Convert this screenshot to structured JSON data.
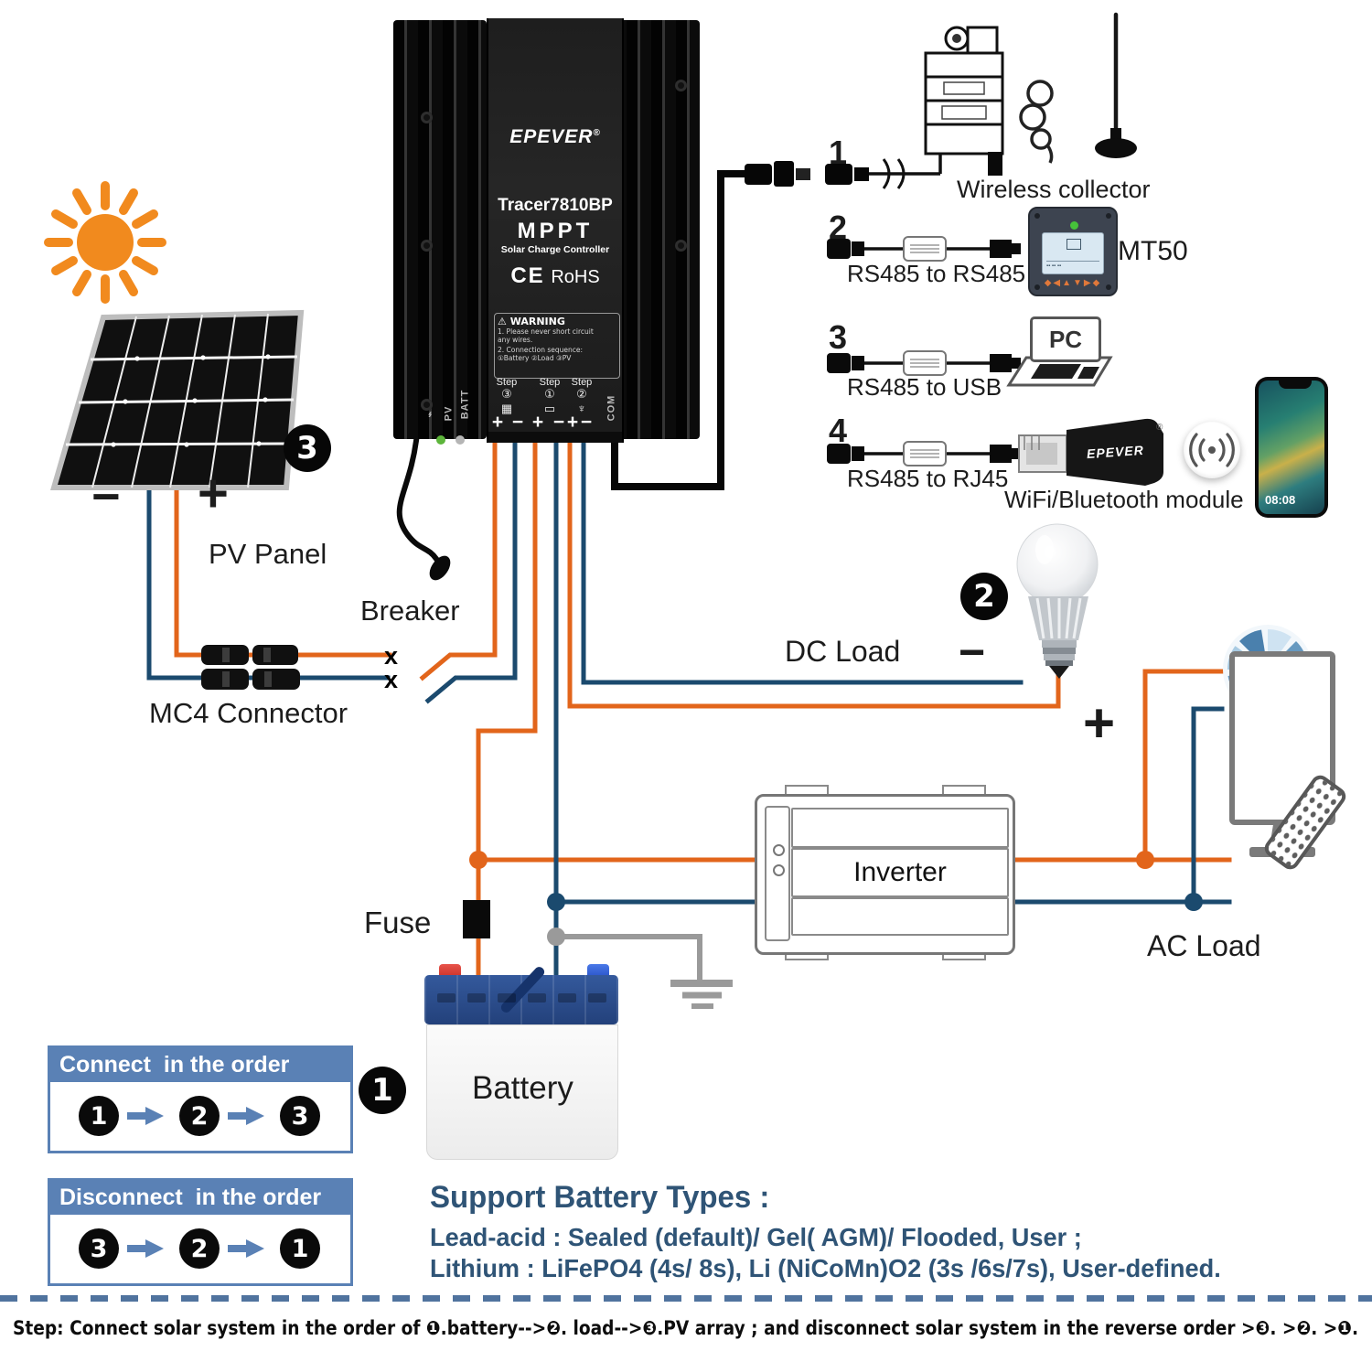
{
  "scene": {
    "pv": {
      "panel_label": "PV Panel",
      "badge": "3",
      "minus": "−",
      "plus": "+",
      "mc4_label": "MC4 Connector"
    },
    "breaker": {
      "label": "Breaker",
      "x_top": "x",
      "x_bottom": "x"
    },
    "controller": {
      "brand": "EPEVER",
      "reg": "®",
      "model": "Tracer7810BP",
      "tech": "MPPT",
      "subtitle": "Solar Charge Controller",
      "cert_ce": "CE",
      "cert_rohs": "RoHS",
      "warning": {
        "title": "WARNING",
        "line1": "1. Please never short circuit",
        "line2": "any wires.",
        "line3": "2. Connection sequence:",
        "line4": "①Battery  ②Load  ③PV"
      },
      "steps": [
        {
          "label": "Step",
          "num": "③"
        },
        {
          "label": "Step",
          "num": "①"
        },
        {
          "label": "Step",
          "num": "②"
        }
      ],
      "terminals": [
        "+",
        "−",
        "+",
        "−",
        "+",
        "−"
      ],
      "side": {
        "pv": "PV",
        "batt": "BATT",
        "com": "COM"
      }
    },
    "comms": {
      "row1": {
        "num": "1",
        "label": "Wireless collector"
      },
      "row2": {
        "num": "2",
        "cable": "RS485 to RS485",
        "device": "MT50"
      },
      "row3": {
        "num": "3",
        "cable": "RS485 to USB",
        "device": "PC"
      },
      "row4": {
        "num": "4",
        "cable": "RS485 to RJ45",
        "device": "WiFi/Bluetooth module",
        "brand": "EPEVER",
        "phone_time": "08:08"
      }
    },
    "loads": {
      "dc": {
        "label": "DC Load",
        "badge": "2",
        "minus": "−",
        "plus": "+"
      },
      "ac": {
        "label": "AC Load"
      },
      "inverter": "Inverter"
    },
    "battery": {
      "label": "Battery",
      "badge": "1",
      "fuse": "Fuse"
    },
    "orders": {
      "connect": {
        "title": "Connect  in the order",
        "seq": [
          "1",
          "2",
          "3"
        ]
      },
      "disconnect": {
        "title": "Disconnect  in the order",
        "seq": [
          "3",
          "2",
          "1"
        ]
      },
      "side_badge": "1"
    },
    "battery_types": {
      "title": "Support Battery Types :",
      "line1": "Lead-acid : Sealed (default)/ Gel( AGM)/ Flooded, User ;",
      "line2": "Lithium : LiFePO4 (4s/ 8s), Li (NiCoMn)O2 (3s /6s/7s), User-defined."
    },
    "footer": "Step: Connect solar system in the order of ❶.battery-->❷. load-->❸.PV array ; and disconnect solar system in the reverse order >❸. >❷. >❶.",
    "colors": {
      "positive": "#E2651B",
      "negative": "#1B4A6E",
      "ground": "#9A9A9A",
      "accent": "#5A81B5",
      "heading": "#2F5476",
      "sun": "#F18A1E"
    }
  }
}
